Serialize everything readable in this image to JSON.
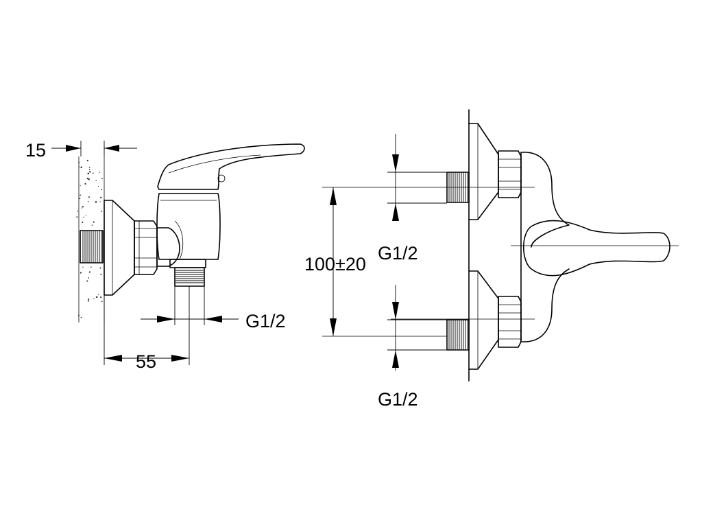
{
  "labels": {
    "wall_thickness": "15",
    "depth": "55",
    "side_outlet_thread": "G1/2",
    "center_distance": "100±20",
    "upper_inlet_thread": "G1/2",
    "lower_inlet_thread": "G1/2"
  }
}
